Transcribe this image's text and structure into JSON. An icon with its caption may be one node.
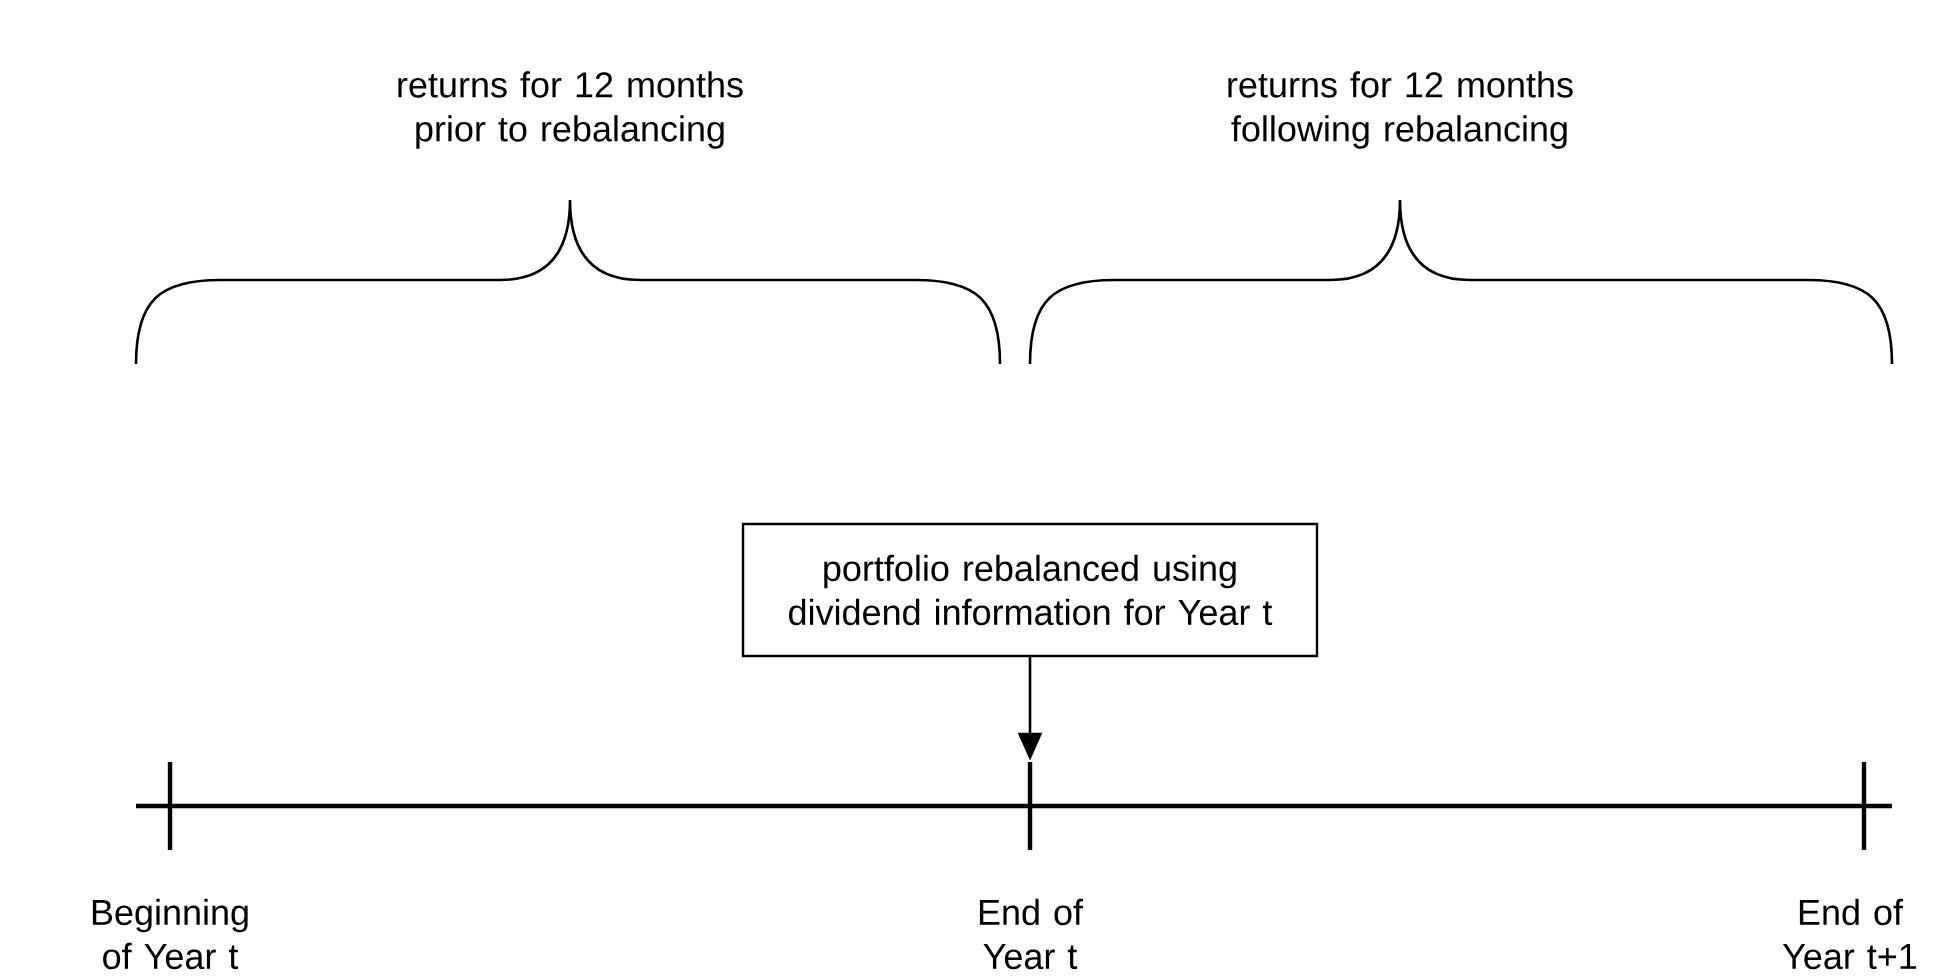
{
  "diagram": {
    "nodes": [
      {
        "text": [
          "portfolio rebalanced using dividend information for Year t"
        ]
      },
      {
        "text": [],
        "shape": "bar",
        "beside": [
          "Beginning of Year t"
        ]
      },
      {
        "text": [],
        "shape": "bar",
        "beside": [
          "End of Year t"
        ]
      },
      {
        "text": [],
        "shape": "bar",
        "beside": [
          "End of Year t+1"
        ]
      }
    ],
    "edges": [
      {
        "from": 0,
        "to": 2,
        "arrow": "to"
      }
    ],
    "labels": [
      "returns for 12 months prior to rebalancing",
      "returns for 12 months following rebalancing"
    ]
  }
}
